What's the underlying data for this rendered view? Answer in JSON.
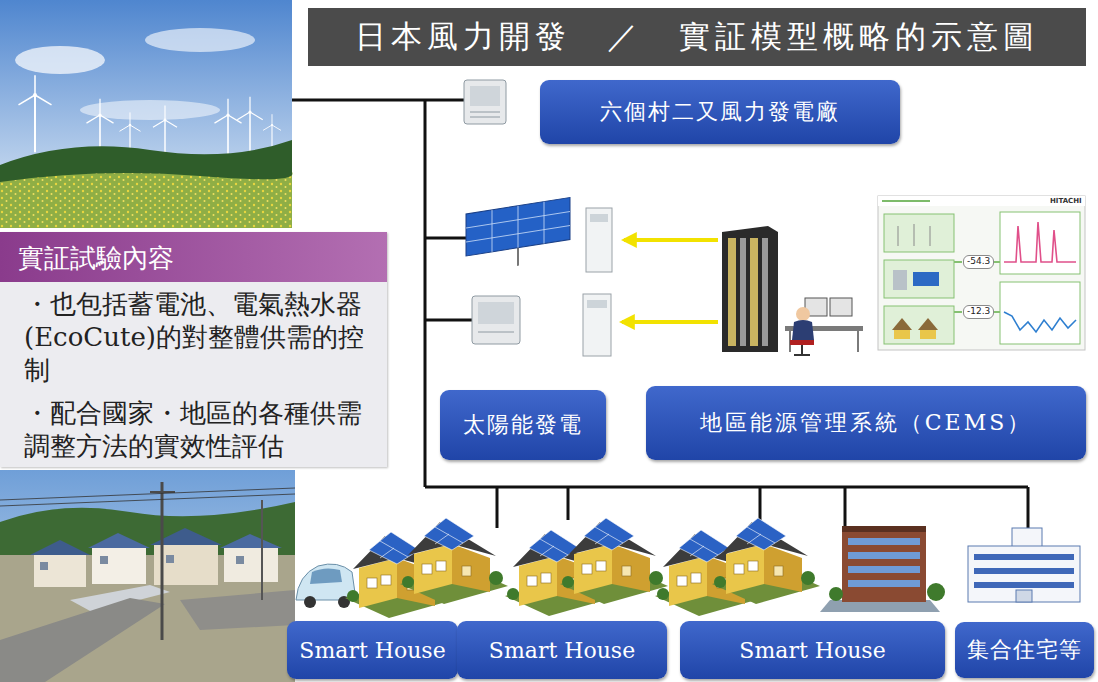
{
  "diagram": {
    "title": "日本風力開發　／　實証模型概略的示意圖",
    "nodes": [
      {
        "text": [
          "實証試驗內容",
          "・也包括蓄電池、電氣熱水器 (EcoCute)的對整體供需的控制",
          "・配合國家・地區的各種供需 調整方法的實效性評估"
        ]
      },
      {
        "text": [
          "六個村二又風力發電廠"
        ]
      },
      {
        "text": [
          "太陽能發電"
        ]
      },
      {
        "text": [
          "地區能源管理系統（CEMS）"
        ]
      },
      {
        "text": [
          "Smart House"
        ]
      },
      {
        "text": [
          "Smart House"
        ]
      },
      {
        "text": [
          "Smart House"
        ]
      },
      {
        "text": [
          "集合住宅等"
        ]
      }
    ],
    "labels": [
      "-54.3",
      "-12.3",
      "HITACHI"
    ]
  }
}
